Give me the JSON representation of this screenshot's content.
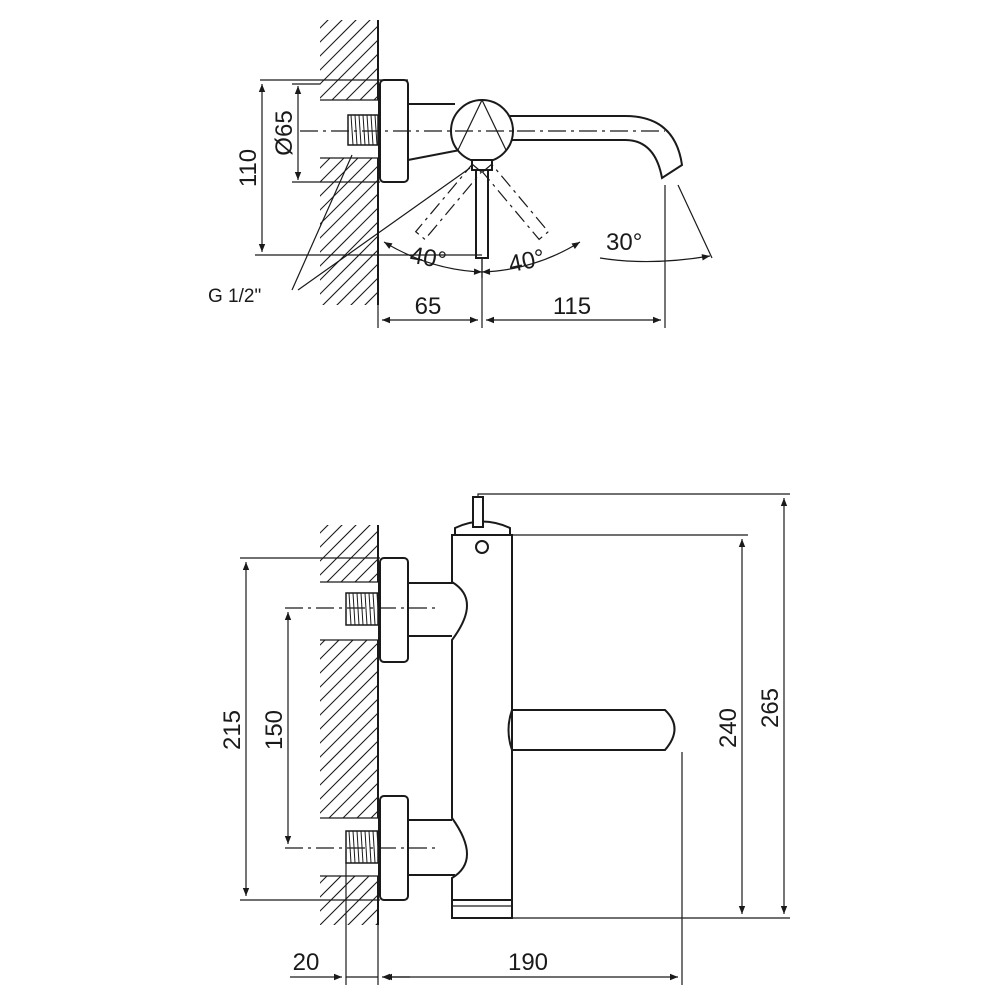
{
  "top_view": {
    "dimensions": {
      "height": "110",
      "diameter": "Ø65",
      "wall_to_center": "65",
      "spout_reach": "115",
      "angle_left": "40°",
      "angle_right": "40°",
      "spout_angle": "30°"
    },
    "thread_label": "G 1/2\""
  },
  "front_view": {
    "dimensions": {
      "inlet_span": "215",
      "inlet_spacing": "150",
      "body_height": "240",
      "total_height": "265",
      "wall_offset": "20",
      "projection": "190"
    }
  }
}
